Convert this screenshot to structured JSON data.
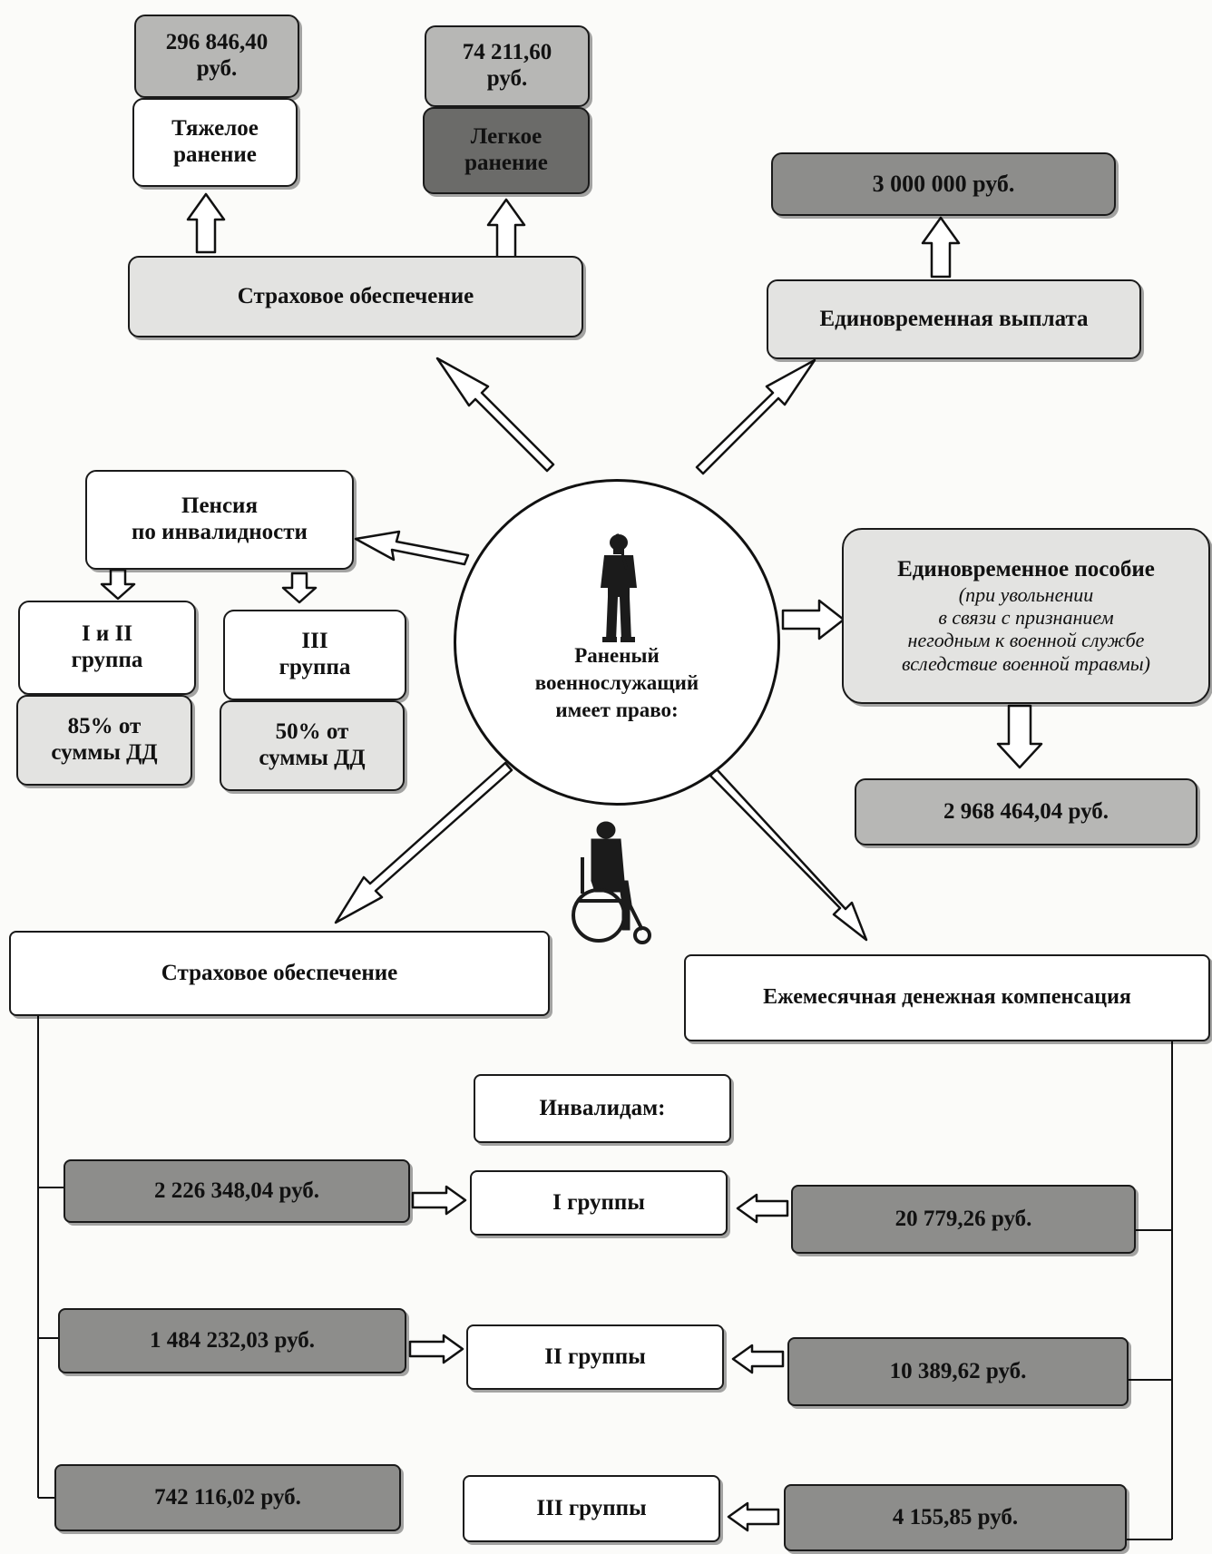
{
  "center": {
    "line1": "Раненый",
    "line2": "военнослужащий",
    "line3": "имеет право:"
  },
  "top_left": {
    "insurance_title": "Страховое обеспечение",
    "heavy": {
      "line1": "Тяжелое",
      "line2": "ранение",
      "amount1": "296 846,40",
      "amount2": "руб."
    },
    "light": {
      "line1": "Легкое",
      "line2": "ранение",
      "amount1": "74 211,60",
      "amount2": "руб."
    }
  },
  "top_right": {
    "title": "Единовременная выплата",
    "amount": "3 000 000 руб."
  },
  "pension": {
    "line1": "Пенсия",
    "line2": "по инвалидности",
    "group12": {
      "line1": "I и II",
      "line2": "группа",
      "pct1": "85% от",
      "pct2": "суммы ДД"
    },
    "group3": {
      "line1": "III",
      "line2": "группа",
      "pct1": "50% от",
      "pct2": "суммы ДД"
    }
  },
  "allowance": {
    "title": "Единовременное пособие",
    "note1": "(при увольнении",
    "note2": "в связи с признанием",
    "note3": "негодным к военной службе",
    "note4": "вследствие военной травмы)",
    "amount": "2 968 464,04 руб."
  },
  "bottom": {
    "insurance_title": "Страховое обеспечение",
    "compensation_title": "Ежемесячная денежная компенсация",
    "invalids_label": "Инвалидам:",
    "groups": [
      {
        "label": "I группы",
        "insurance": "2 226 348,04 руб.",
        "compensation": "20 779,26 руб."
      },
      {
        "label": "II группы",
        "insurance": "1 484 232,03 руб.",
        "compensation": "10 389,62 руб."
      },
      {
        "label": "III группы",
        "insurance": "742 116,02 руб.",
        "compensation": "4 155,85 руб."
      }
    ]
  },
  "icons": {
    "soldier": "soldier-icon",
    "wheelchair": "wheelchair-icon"
  },
  "colors": {
    "border": "#1a1a1a",
    "white_box": "#ffffff",
    "light_box": "#e3e3e1",
    "medium_box": "#b7b7b5",
    "dark_box": "#8d8d8b",
    "darkest_box": "#6b6b69"
  }
}
